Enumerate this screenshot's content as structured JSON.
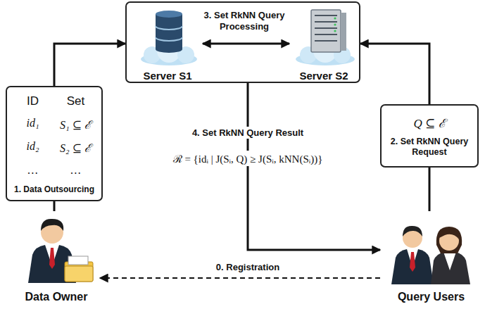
{
  "diagram": {
    "nodes": [
      {
        "text": [
          "3. Set RkNN Query Processing"
        ]
      },
      {
        "text": [
          "Server S1"
        ],
        "in": 0
      },
      {
        "text": [
          "Server S2"
        ],
        "in": 0
      },
      {
        "text": [
          "ID",
          "Set",
          "id₁",
          "S₁ ⊆ ℰ",
          "id₂",
          "S₂ ⊆ ℰ",
          "…",
          "…",
          "1. Data Outsourcing"
        ]
      },
      {
        "text": [
          "Q ⊆ ℰ",
          "2. Set RkNN Query Request"
        ]
      },
      {
        "text": [
          "Data Owner"
        ]
      },
      {
        "text": [
          "Query Users"
        ]
      }
    ],
    "edges": [
      {
        "from": 1,
        "to": 2,
        "arrow": "both"
      },
      {
        "from": 5,
        "to": 3,
        "arrow": "none"
      },
      {
        "from": 3,
        "to": 0,
        "arrow": "to"
      },
      {
        "from": 6,
        "to": 4,
        "arrow": "none"
      },
      {
        "from": 4,
        "to": 0,
        "arrow": "to"
      },
      {
        "from": 0,
        "to": 6,
        "label": "4. Set RkNN Query Result",
        "arrow": "to"
      },
      {
        "from": 6,
        "to": 5,
        "label": "0. Registration",
        "arrow": "to"
      }
    ],
    "labels": [
      "ℛ = {idᵢ | J(Sᵢ, Q) ≥ J(Sᵢ, kNN(Sᵢ))}"
    ]
  }
}
